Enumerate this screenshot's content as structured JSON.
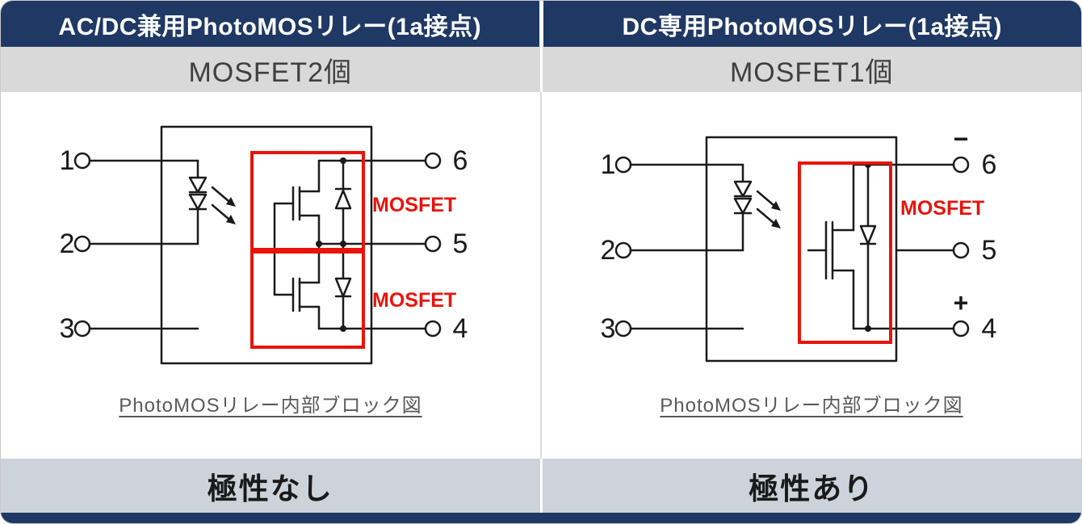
{
  "columns": {
    "left": {
      "header": "AC/DC兼用PhotoMOSリレー(1a接点)",
      "subheader": "MOSFET2個",
      "caption": "PhotoMOSリレー内部ブロック図",
      "footer": "極性なし",
      "diagram": {
        "pin1": "1",
        "pin2": "2",
        "pin3": "3",
        "pin4": "4",
        "pin5": "5",
        "pin6": "6",
        "mosfet_top_label": "MOSFET",
        "mosfet_bottom_label": "MOSFET"
      }
    },
    "right": {
      "header": "DC専用PhotoMOSリレー(1a接点)",
      "subheader": "MOSFET1個",
      "caption": "PhotoMOSリレー内部ブロック図",
      "footer": "極性あり",
      "diagram": {
        "pin1": "1",
        "pin2": "2",
        "pin3": "3",
        "pin4": "4",
        "pin5": "5",
        "pin6": "6",
        "minus": "−",
        "plus": "+",
        "mosfet_label": "MOSFET"
      }
    }
  },
  "colors": {
    "header_bg": "#1F3864",
    "subheader_bg": "#D9D9D9",
    "footer_bg": "#CDD3DA",
    "bottom_bar": "#1F3864",
    "highlight_red": "#E8140C",
    "link_text": "#595959"
  }
}
